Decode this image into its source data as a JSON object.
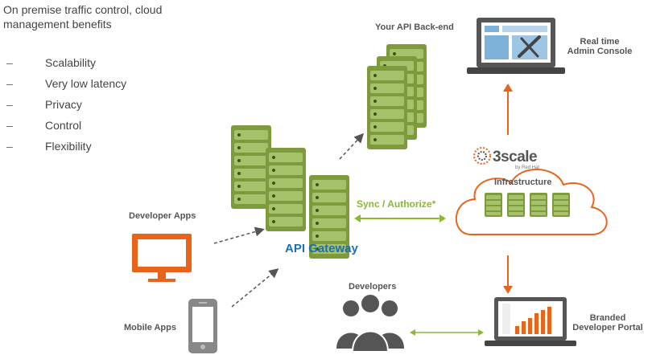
{
  "intro": {
    "line1": "On premise traffic control, cloud",
    "line2": "management benefits"
  },
  "benefits": [
    {
      "bullet": "–",
      "text": "Scalability"
    },
    {
      "bullet": "–",
      "text": "Very low latency"
    },
    {
      "bullet": "–",
      "text": "Privacy"
    },
    {
      "bullet": "–",
      "text": "Control"
    },
    {
      "bullet": "–",
      "text": "Flexibility"
    }
  ],
  "labels": {
    "backend": "Your API Back-end",
    "admin_line1": "Real time",
    "admin_line2": "Admin Console",
    "infrastructure": "Infrastructure",
    "sync": "Sync / Authorize*",
    "gateway": "API Gateway",
    "developer_apps": "Developer Apps",
    "mobile_apps": "Mobile Apps",
    "developers": "Developers",
    "portal_line1": "Branded",
    "portal_line2": "Developer Portal"
  },
  "logo": {
    "brand": "3scale",
    "tagline": "by Red Hat"
  },
  "colors": {
    "server_green": "#7d9a3d",
    "server_dark": "#5e7a2c",
    "accent_orange": "#e8641b",
    "gateway_blue": "#1a6fb5",
    "sync_green": "#8ab833",
    "device_gray": "#888888",
    "developers_gray": "#555555"
  },
  "icons": [
    "server-rack-icon",
    "cloud-icon",
    "laptop-icon",
    "monitor-icon",
    "smartphone-icon",
    "people-icon"
  ]
}
